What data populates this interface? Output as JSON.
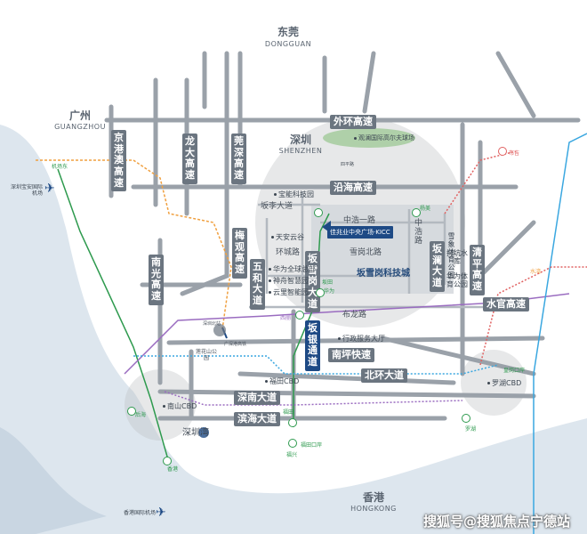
{
  "cities": {
    "dongguan_cn": "东莞",
    "dongguan_en": "DONGGUAN",
    "guangzhou_cn": "广州",
    "guangzhou_en": "GUANGZHOU",
    "shenzhen_cn": "深圳",
    "shenzhen_en": "SHENZHEN",
    "hongkong_cn": "香港",
    "hongkong_en": "HONGKONG"
  },
  "highways": {
    "waihuan": "外环高速",
    "jinggang": "京港澳高速",
    "longda": "龙大高速",
    "guanshen": "莞深高速",
    "yanhai": "沿海高速",
    "meiguan": "梅观高速",
    "nanguang": "南光高速",
    "wuhe": "五和大道",
    "bantian": "坂雪岗大道",
    "bantong": "坂银通道",
    "banlan": "坂澜大道",
    "qingping": "清平高速",
    "shuiguan": "水官高速",
    "nanping": "南坪快速",
    "beihuan": "北环大道",
    "shennan": "深南大道",
    "binhai": "滨海大道"
  },
  "roads": {
    "banli": "坂李大道",
    "huancheng": "环城路",
    "zhonghao1": "中浩一路",
    "xuegangbei": "雪岗北路",
    "zhonghao_v": "中浩路",
    "bulong": "布龙路",
    "sipinglu": "四平路"
  },
  "pois": {
    "golf": "观澜国际高尔夫球场",
    "baoneng": "宝能科技园",
    "tianan": "天安云谷",
    "huawei": "华为全球总部",
    "shenzhou": "神舟智慧园",
    "yunli": "云里智能园",
    "xuexiang": "雪象体育公园",
    "tuokeng": "托坑水库",
    "huawei_sports": "华为体育公园",
    "admin": "行政服务大厅",
    "bantian_tech": "坂雪岗科技城",
    "futian_cbd": "福田CBD",
    "nanshan_cbd": "南山CBD",
    "luohu_cbd": "罗湖CBD",
    "shenzhen_bay": "深圳湾",
    "lianhua": "莲花山公园",
    "shenzhen_north": "深圳北站",
    "guangshen_hk": "广深港高铁"
  },
  "project": "佳兆业中央广场·KICC",
  "stations": {
    "yangmei": "杨美",
    "bantian_st": "坂田",
    "huawei_st": "华为",
    "shenzhenbei": "深圳北",
    "futian_st": "福田",
    "luohu_st": "罗湖",
    "huanggang": "皇岗口岸",
    "futian_port": "福田口岸",
    "houhai": "后海",
    "airport_st": "机场东",
    "xianggang": "香港",
    "hongling": "红岭",
    "buji": "布吉",
    "shuiwan": "水湾",
    "xili": "西丽",
    "fuxing": "福兴"
  },
  "airports": {
    "szx": "深圳宝安国际机场",
    "hkg": "香港国际机场"
  },
  "watermark": "搜狐号@搜狐焦点宁德站",
  "colors": {
    "highway": "#6b7580",
    "metro_green": "#2e9a4e",
    "metro_blue": "#3aa7e0",
    "metro_orange": "#f0a040",
    "metro_purple": "#9a6cc0",
    "metro_red": "#e06060",
    "project": "#1e4a85"
  }
}
